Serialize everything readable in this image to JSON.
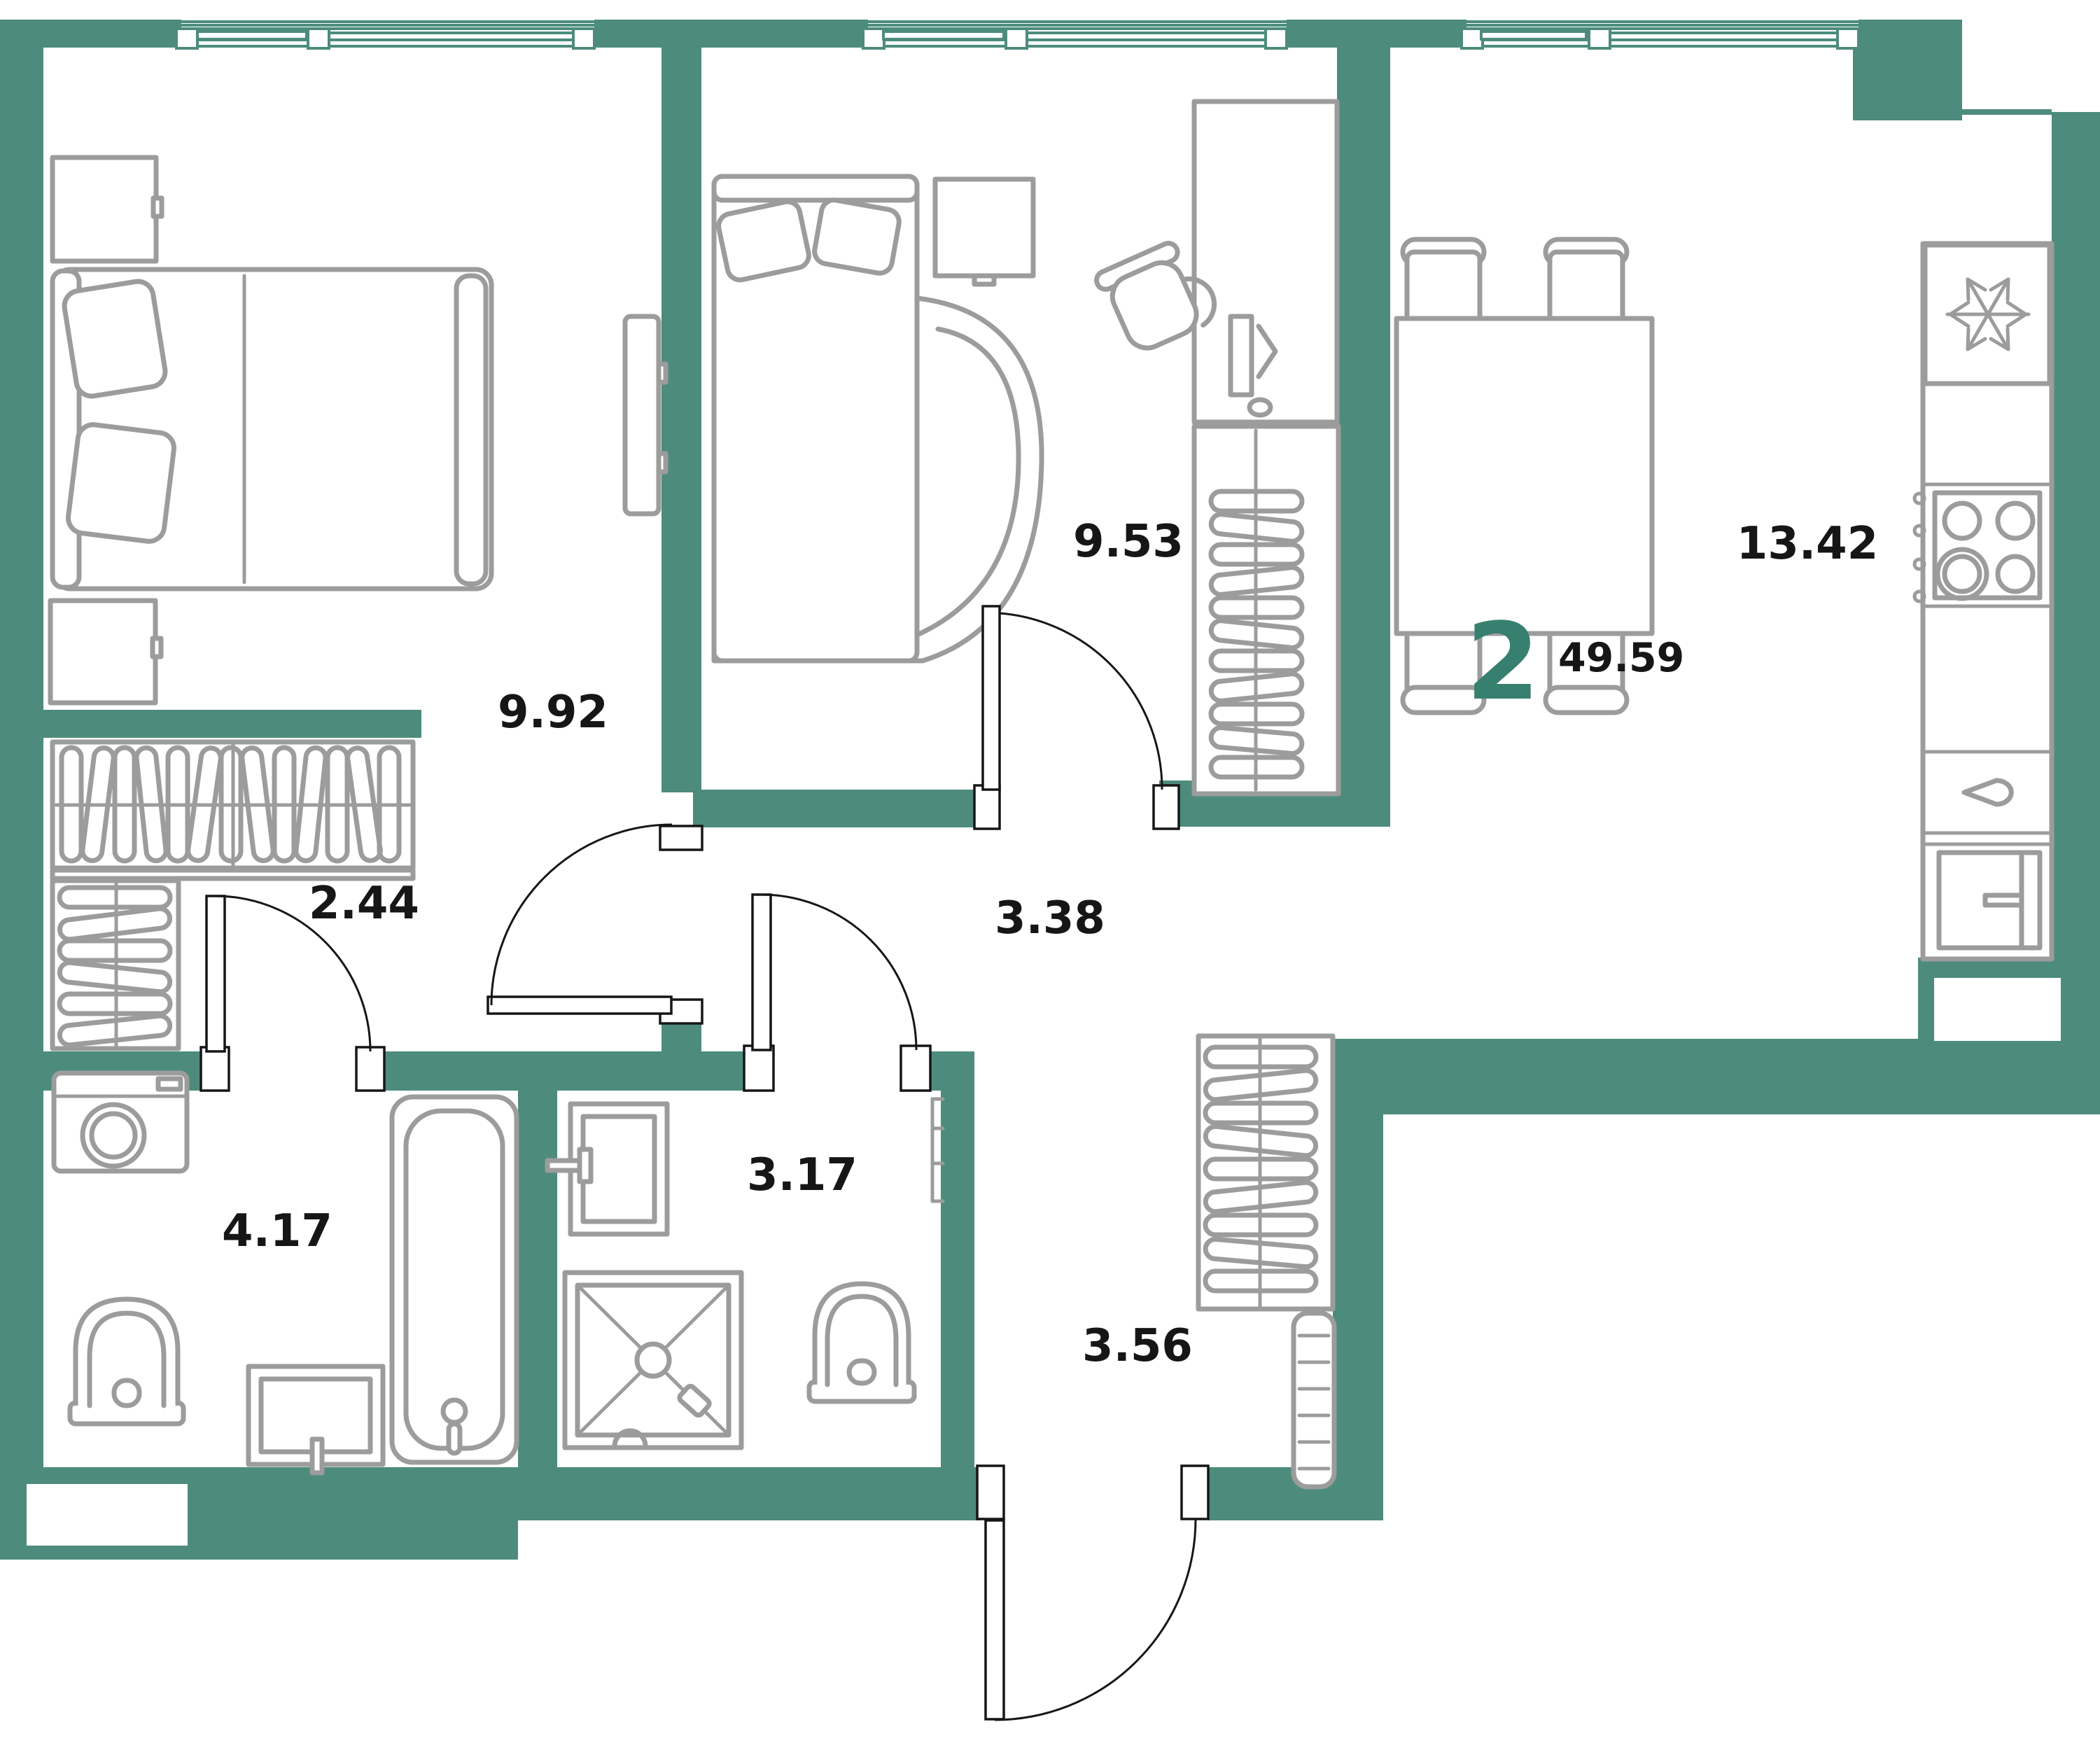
{
  "plan": {
    "type": "apartment-floor-plan",
    "summary": {
      "rooms_count": "2",
      "total_area": "49.59"
    },
    "rooms": [
      {
        "key": "bedroom-1",
        "area": "9.92"
      },
      {
        "key": "bedroom-2",
        "area": "9.53"
      },
      {
        "key": "kitchen-living",
        "area": "13.42"
      },
      {
        "key": "dressing-room",
        "area": "2.44"
      },
      {
        "key": "corridor",
        "area": "3.38"
      },
      {
        "key": "bathroom",
        "area": "4.17"
      },
      {
        "key": "shower-room",
        "area": "3.17"
      },
      {
        "key": "hallway",
        "area": "3.56"
      }
    ],
    "colors": {
      "wall": "#4D8C7C",
      "accent": "#37806F",
      "furn": "#9C9C9C",
      "ink": "#161616"
    }
  }
}
